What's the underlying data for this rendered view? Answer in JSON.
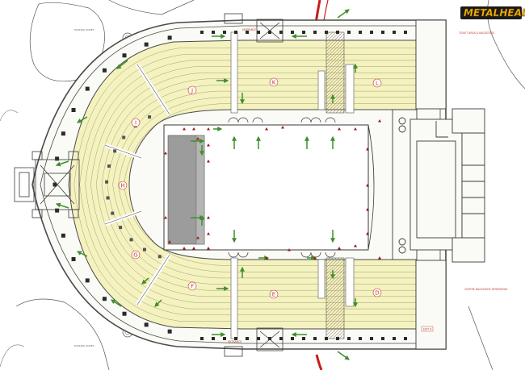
{
  "logo": {
    "text": "METALHEAD"
  },
  "sections": [
    {
      "id": "sec-D",
      "label": "D"
    },
    {
      "id": "sec-E",
      "label": "E"
    },
    {
      "id": "sec-F",
      "label": "F"
    },
    {
      "id": "sec-G",
      "label": "G"
    },
    {
      "id": "sec-H",
      "label": "H"
    },
    {
      "id": "sec-I",
      "label": "I"
    },
    {
      "id": "sec-J",
      "label": "J"
    },
    {
      "id": "sec-K",
      "label": "K"
    },
    {
      "id": "sec-L",
      "label": "L"
    }
  ],
  "small_labels": {
    "parking_top": "PARKING\nZONES",
    "parking_bottom": "PARKING\nZONES",
    "gate_top_center": "ENTRANCE",
    "gate_bottom_center": "ENTRANCE",
    "right_top_note": "TICKET AREA &\nBACKSTAGE",
    "right_bottom_note": "CENTRE BACKSTAGE\nINTERVIEWS",
    "bottom_tag": "EXIT A"
  },
  "colors": {
    "seating": "#f4f2bf",
    "stage": "#9c9c9c",
    "outline": "#4a4a4a",
    "arrow": "#3f8f2a",
    "marker": "#a01818",
    "road": "#c71c1c",
    "logo": "#f2b705"
  }
}
